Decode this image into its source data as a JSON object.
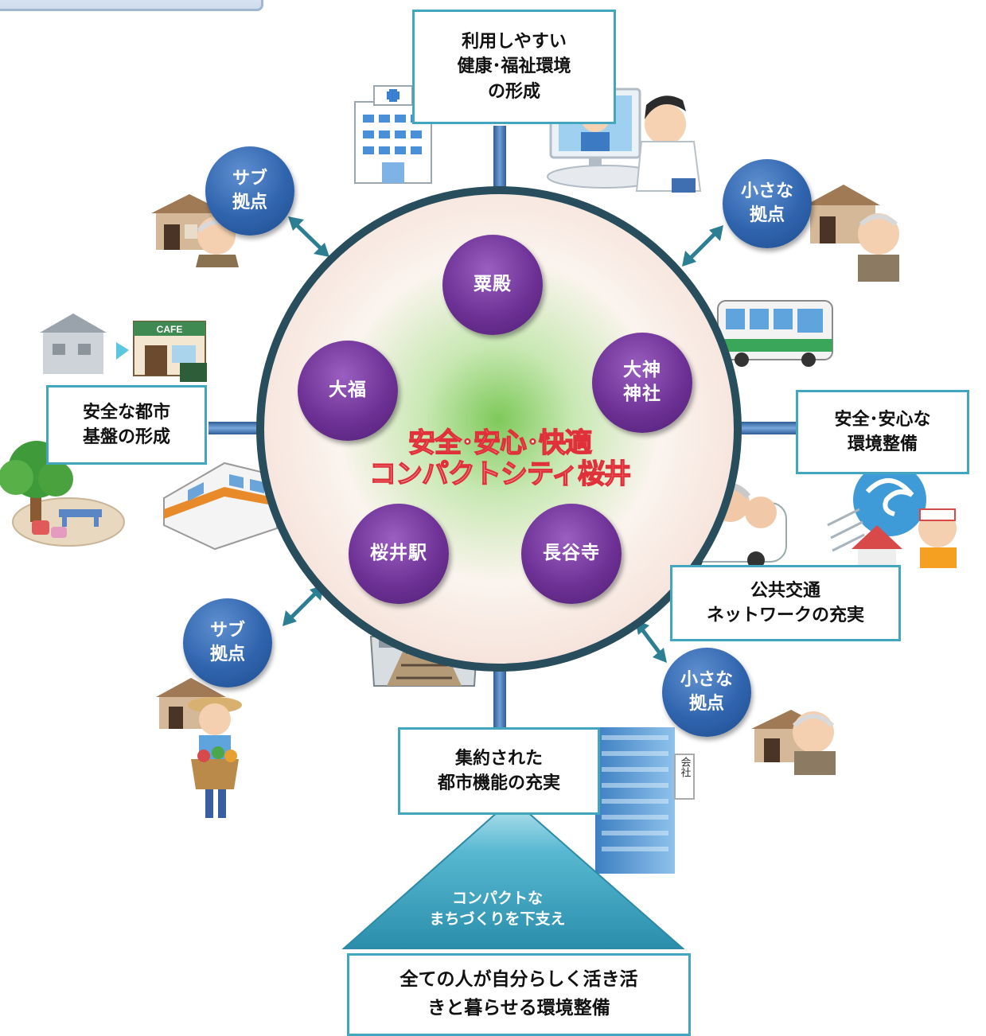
{
  "center": {
    "title_line1": "安全･安心･快適",
    "title_line2": "コンパクトシティ桜井"
  },
  "hubs": [
    {
      "label": "粟殿"
    },
    {
      "label": "大福"
    },
    {
      "label": "大神\n神社"
    },
    {
      "label": "桜井駅"
    },
    {
      "label": "長谷寺"
    }
  ],
  "nodes": [
    {
      "label": "サブ\n拠点"
    },
    {
      "label": "小さな\n拠点"
    },
    {
      "label": "サブ\n拠点"
    },
    {
      "label": "小さな\n拠点"
    }
  ],
  "boxes": {
    "health": "利用しやすい\n健康･福祉環境\nの形成",
    "infrastructure": "安全な都市\n基盤の形成",
    "safety": "安全･安心な\n環境整備",
    "transport": "公共交通\nネットワークの充実",
    "urban": "集約された\n都市機能の充実"
  },
  "foundation": {
    "triangle_text": "コンパクトな\nまちづくりを下支え",
    "base_text": "全ての人が自分らしく活き活\nきと暮らせる環境整備"
  },
  "illustrations": {
    "cafe_sign": "CAFE",
    "company_sign": "会社"
  },
  "colors": {
    "ring": "#284d5c",
    "hub": "#6e3196",
    "node": "#2f64ad",
    "box_border": "#43a6bf",
    "arrow": "#3a6ea8",
    "title_outline": "#e0303a",
    "triangle": "#3aa3bf"
  }
}
